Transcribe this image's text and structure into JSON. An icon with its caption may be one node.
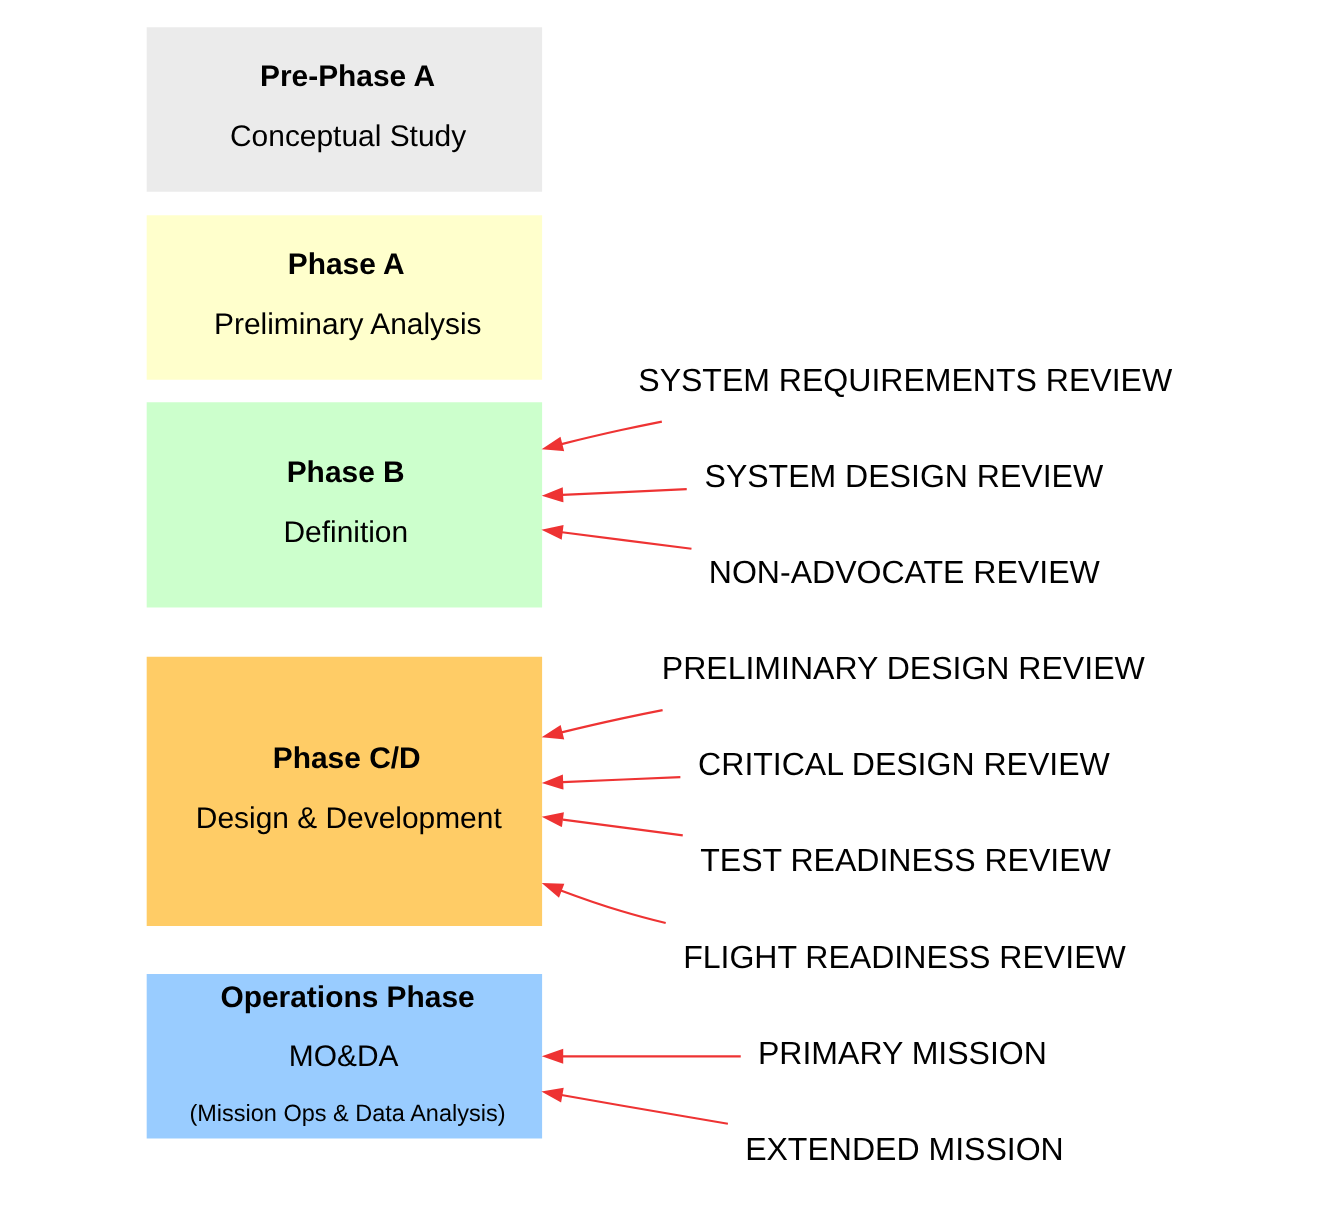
{
  "diagram": {
    "nodes": [
      {
        "text": [
          "Pre-Phase A",
          "Conceptual Study"
        ]
      },
      {
        "text": [
          "Phase A",
          "Preliminary Analysis"
        ]
      },
      {
        "text": [
          "Phase B",
          "Definition"
        ]
      },
      {
        "text": [
          "Phase C/D",
          "Design & Development"
        ]
      },
      {
        "text": [
          "Operations Phase",
          "MO&DA",
          "(Mission Ops & Data Analysis)"
        ]
      },
      {
        "text": [
          "SYSTEM REQUIREMENTS REVIEW"
        ]
      },
      {
        "text": [
          "SYSTEM DESIGN REVIEW"
        ]
      },
      {
        "text": [
          "NON-ADVOCATE REVIEW"
        ]
      },
      {
        "text": [
          "PRELIMINARY DESIGN REVIEW"
        ]
      },
      {
        "text": [
          "CRITICAL DESIGN REVIEW"
        ]
      },
      {
        "text": [
          "TEST READINESS REVIEW"
        ]
      },
      {
        "text": [
          "FLIGHT READINESS REVIEW"
        ]
      },
      {
        "text": [
          "PRIMARY MISSION"
        ]
      },
      {
        "text": [
          "EXTENDED MISSION"
        ]
      }
    ],
    "edges": [
      {
        "from": 5,
        "to": 2,
        "arrow": "to"
      },
      {
        "from": 6,
        "to": 2,
        "arrow": "to"
      },
      {
        "from": 7,
        "to": 2,
        "arrow": "to"
      },
      {
        "from": 8,
        "to": 3,
        "arrow": "to"
      },
      {
        "from": 9,
        "to": 3,
        "arrow": "to"
      },
      {
        "from": 10,
        "to": 3,
        "arrow": "to"
      },
      {
        "from": 11,
        "to": 3,
        "arrow": "to"
      },
      {
        "from": 12,
        "to": 4,
        "arrow": "to"
      },
      {
        "from": 13,
        "to": 4,
        "arrow": "to"
      }
    ]
  }
}
